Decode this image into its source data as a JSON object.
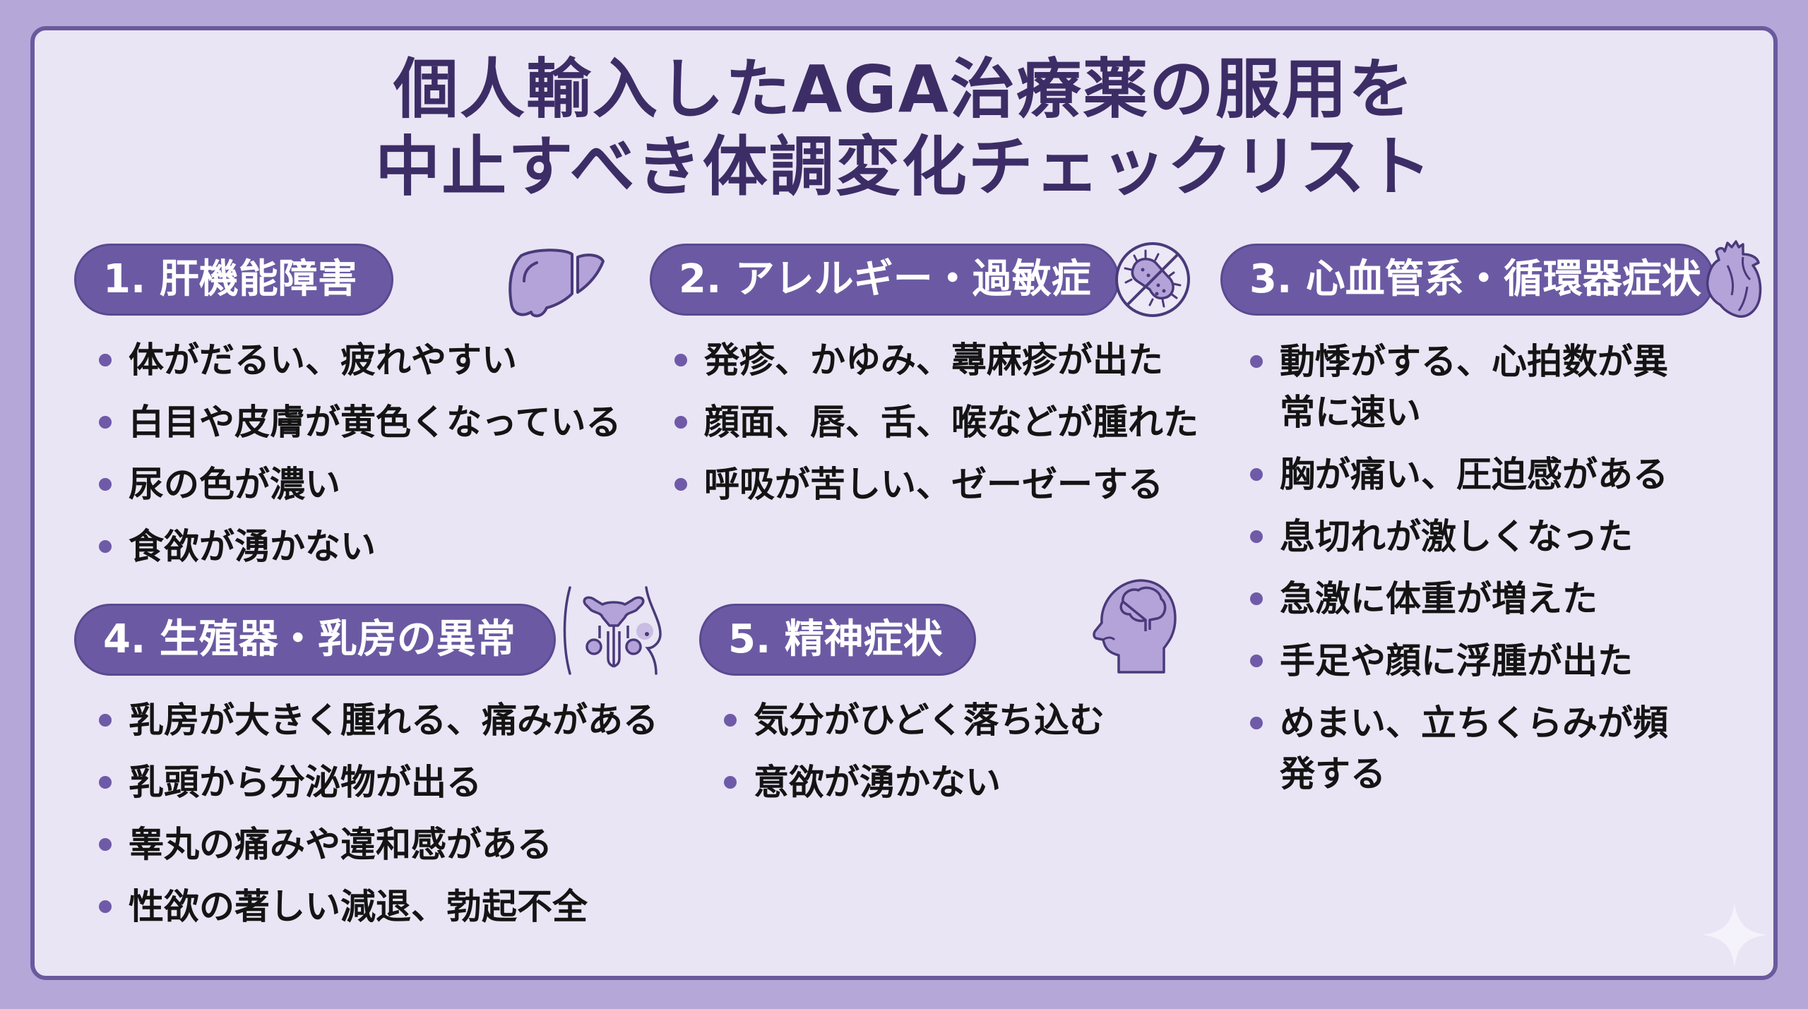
{
  "title": {
    "line1": "個人輸入したAGA治療薬の服用を",
    "line2": "中止すべき体調変化チェックリスト"
  },
  "colors": {
    "background": "#b5a7d8",
    "card": "#e9e5f4",
    "card_border": "#6a5a9e",
    "title": "#3d2d66",
    "pill": "#6b5aa3",
    "bullet": "#6f5aa8",
    "icon_fill": "#b3a3d9",
    "icon_stroke": "#4a3a7a"
  },
  "sections": [
    {
      "label": "1. 肝機能障害",
      "icon": "liver-icon",
      "items": [
        "体がだるい、疲れやすい",
        "白目や皮膚が黄色くなっている",
        "尿の色が濃い",
        "食欲が湧かない"
      ]
    },
    {
      "label": "2. アレルギー・過敏症",
      "icon": "no-allergen-icon",
      "items": [
        "発疹、かゆみ、蕁麻疹が出た",
        "顔面、唇、舌、喉などが腫れた",
        "呼吸が苦しい、ゼーゼーする"
      ]
    },
    {
      "label": "3. 心血管系・循環器症状",
      "icon": "heart-icon",
      "items": [
        "動悸がする、心拍数が異常に速い",
        "胸が痛い、圧迫感がある",
        "息切れが激しくなった",
        "急激に体重が増えた",
        "手足や顔に浮腫が出た",
        "めまい、立ちくらみが頻発する"
      ]
    },
    {
      "label": "4. 生殖器・乳房の異常",
      "icon": "reproductive-organs-icon",
      "items": [
        "乳房が大きく腫れる、痛みがある",
        "乳頭から分泌物が出る",
        "睾丸の痛みや違和感がある",
        "性欲の著しい減退、勃起不全"
      ]
    },
    {
      "label": "5. 精神症状",
      "icon": "head-brain-icon",
      "items": [
        "気分がひどく落ち込む",
        "意欲が湧かない"
      ]
    }
  ],
  "decoration": {
    "corner": "sparkle-icon"
  }
}
